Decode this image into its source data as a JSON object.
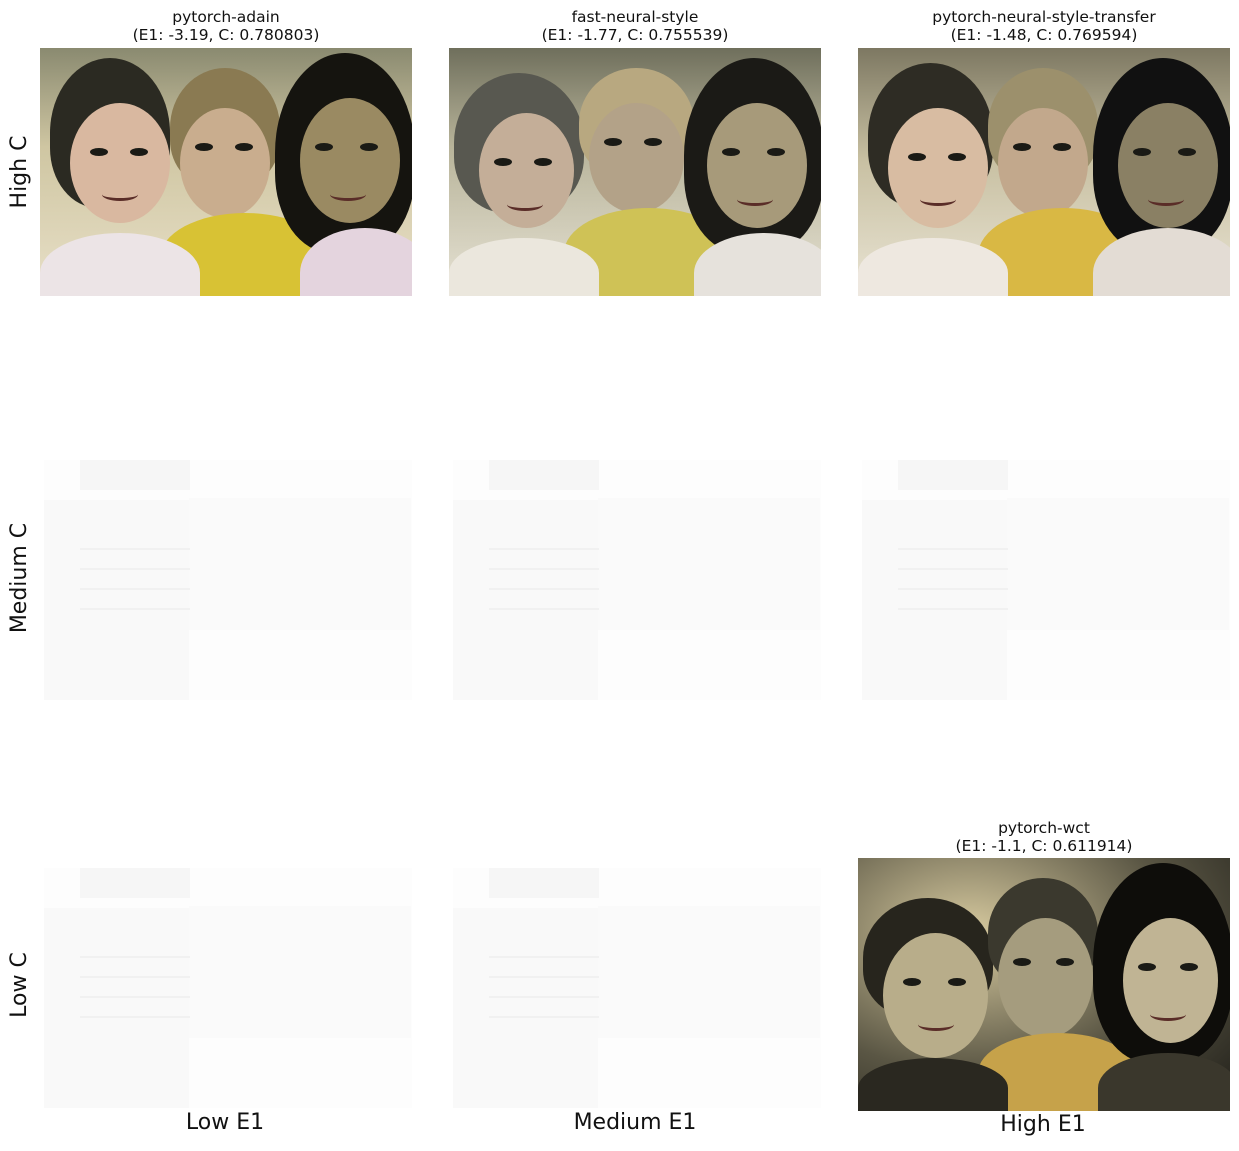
{
  "panels": {
    "top_left": {
      "line1": "pytorch-adain",
      "line2": "(E1: -3.19, C: 0.780803)"
    },
    "top_middle": {
      "line1": "fast-neural-style",
      "line2": "(E1: -1.77, C: 0.755539)"
    },
    "top_right": {
      "line1": "pytorch-neural-style-transfer",
      "line2": "(E1: -1.48, C: 0.769594)"
    },
    "bottom_right": {
      "line1": "pytorch-wct",
      "line2": "(E1: -1.1, C: 0.611914)"
    }
  },
  "row_labels": {
    "high": "High C",
    "medium": "Medium C",
    "low": "Low C"
  },
  "col_labels": {
    "low": "Low E1",
    "medium": "Medium E1",
    "high": "High E1"
  },
  "colors": {
    "background": "#ffffff",
    "text": "#111111"
  }
}
